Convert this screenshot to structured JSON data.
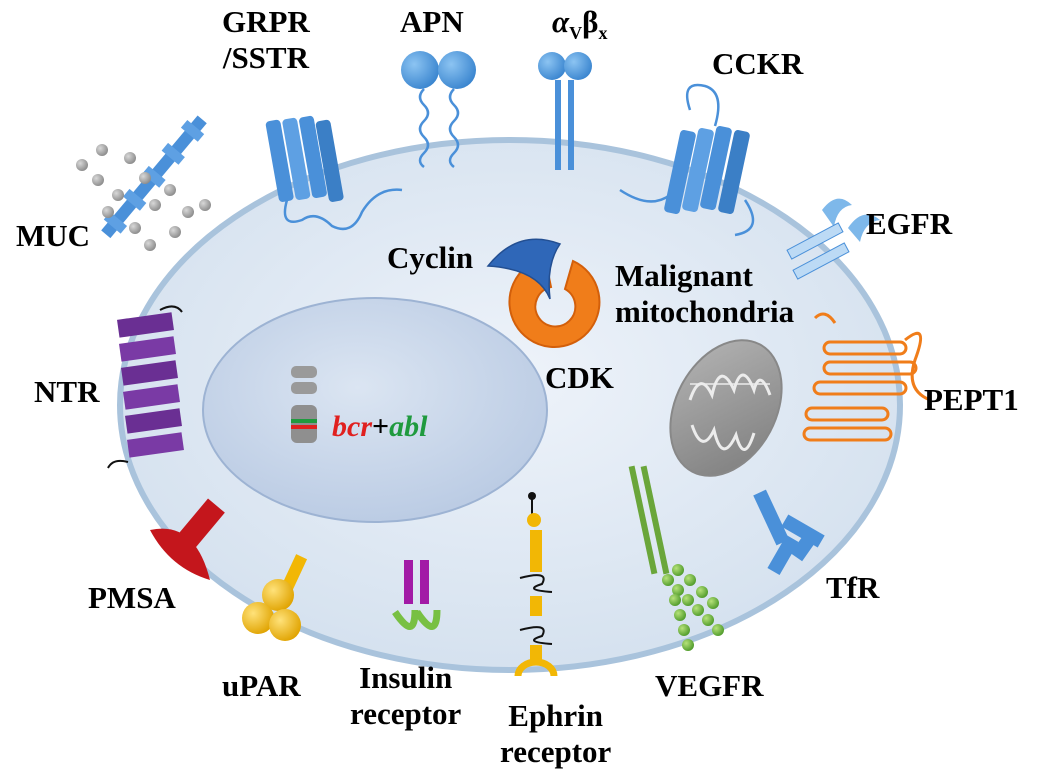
{
  "colors": {
    "cell_fill": "#dde7f3",
    "cell_border": "#a9c3dc",
    "nucleus_fill": "#c9d6ea",
    "receptor_blue": "#4a90d9",
    "cyclin": "#2f67b8",
    "cdk": "#f07d1a",
    "ntr": "#6a2f93",
    "pmsa": "#c4161c",
    "upar": "#f2b705",
    "insulin_top": "#a21aa6",
    "insulin_bottom": "#78c043",
    "vegfr": "#6aa63a",
    "pept1": "#f07d1a",
    "mitochondria": "#8c8c8c",
    "bcr": "#e0201f",
    "abl": "#1f9a3e"
  },
  "labels": {
    "grpr": "GRPR\n/SSTR",
    "apn": "APN",
    "integrin_alpha": "α",
    "integrin_alpha_sub": "V",
    "integrin_beta": "β",
    "integrin_beta_sub": "x",
    "cckr": "CCKR",
    "muc": "MUC",
    "egfr": "EGFR",
    "cyclin": "Cyclin",
    "malignant_mito": "Malignant\nmitochondria",
    "cdk": "CDK",
    "ntr": "NTR",
    "pept1": "PEPT1",
    "tfr": "TfR",
    "pmsa": "PMSA",
    "upar": "uPAR",
    "insulin": "Insulin\nreceptor",
    "ephrin": "Ephrin\nreceptor",
    "vegfr": "VEGFR"
  },
  "gene": {
    "bcr": "bcr",
    "plus": "+",
    "abl": "abl"
  }
}
